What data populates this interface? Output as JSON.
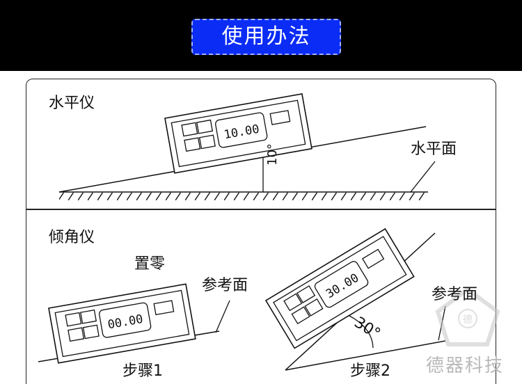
{
  "header": {
    "title": "使用办法"
  },
  "level_section": {
    "title": "水平仪",
    "device_reading": "10.00",
    "angle_label": "10°",
    "surface_label": "水平面"
  },
  "incline_section": {
    "title": "倾角仪",
    "step1": {
      "zero_label": "置零",
      "reference_label": "参考面",
      "device_reading": "00.00",
      "step_label": "步骤1"
    },
    "step2": {
      "device_reading": "30.00",
      "angle_label": "30°",
      "reference_label": "参考面",
      "step_label": "步骤2"
    }
  },
  "watermark": {
    "brand": "德器科技",
    "seal_text": "德"
  }
}
